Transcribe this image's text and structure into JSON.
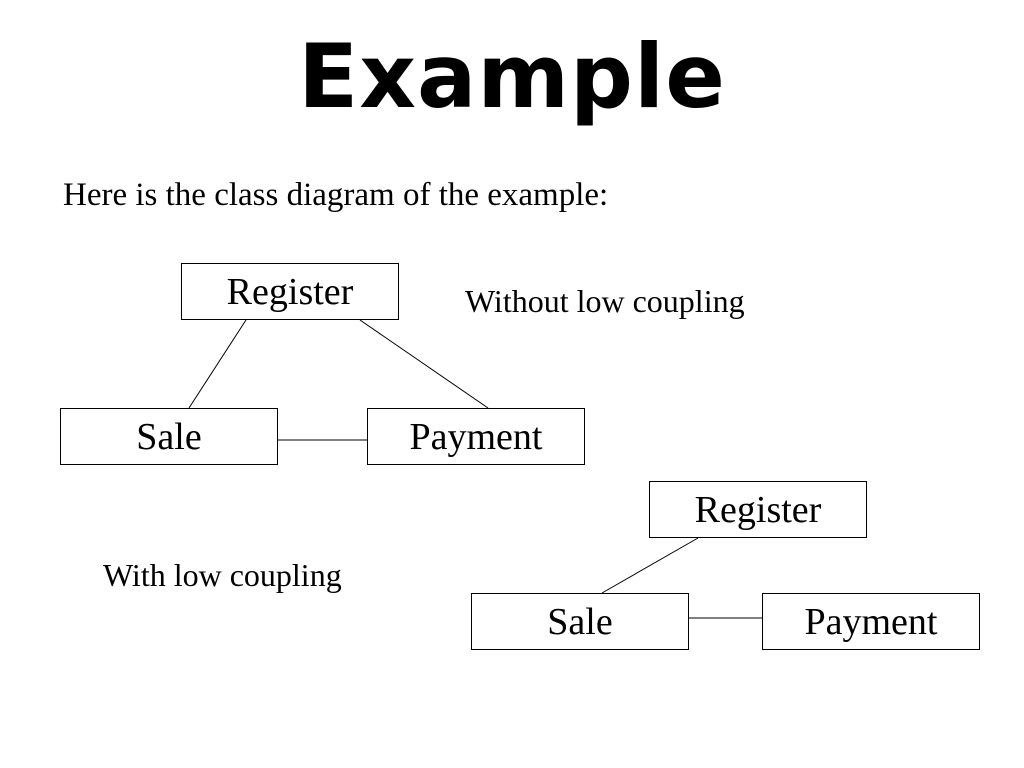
{
  "slide": {
    "title": "Example",
    "intro": "Here is the class diagram of the example:"
  },
  "diagram_without": {
    "label": "Without low coupling",
    "classes": {
      "register": "Register",
      "sale": "Sale",
      "payment": "Payment"
    },
    "associations": [
      [
        "Register",
        "Sale"
      ],
      [
        "Register",
        "Payment"
      ],
      [
        "Sale",
        "Payment"
      ]
    ]
  },
  "diagram_with": {
    "label": "With low coupling",
    "classes": {
      "register": "Register",
      "sale": "Sale",
      "payment": "Payment"
    },
    "associations": [
      [
        "Register",
        "Sale"
      ],
      [
        "Sale",
        "Payment"
      ]
    ]
  }
}
